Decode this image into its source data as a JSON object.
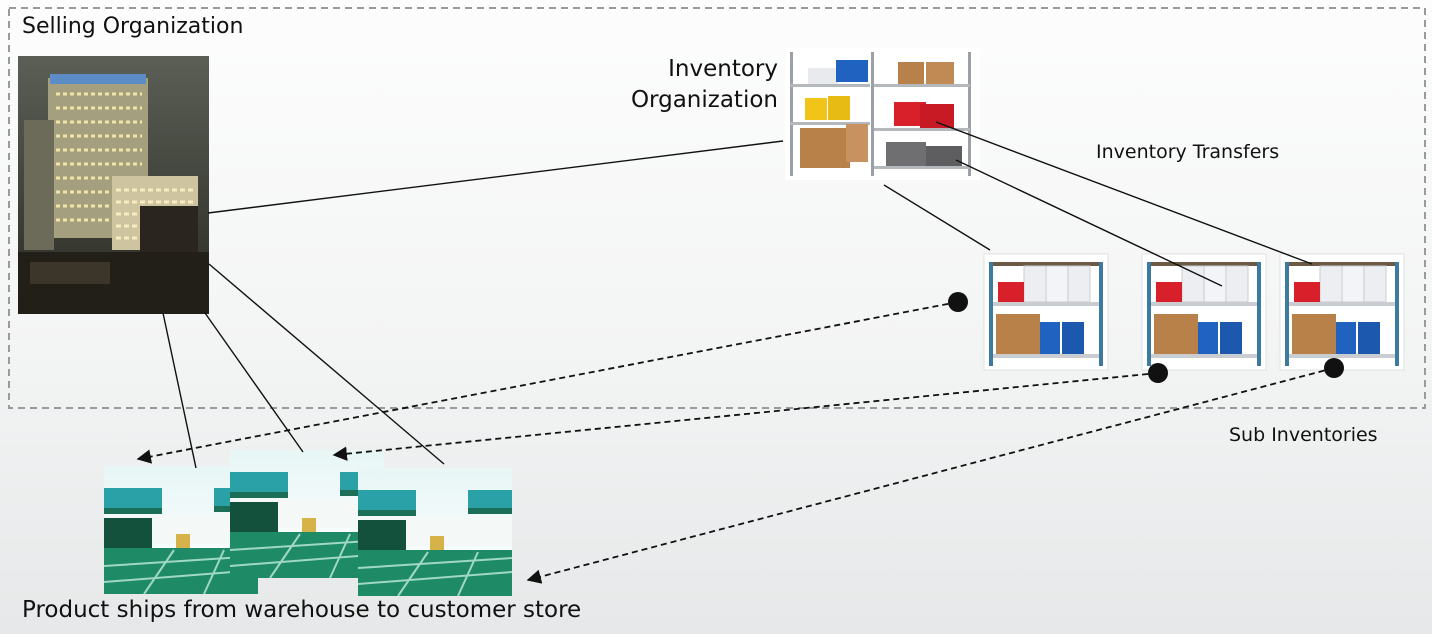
{
  "labels": {
    "selling_org": "Selling Organization",
    "inventory_org_line1": "Inventory",
    "inventory_org_line2": "Organization",
    "inventory_transfers": "Inventory Transfers",
    "sub_inventories": "Sub Inventories",
    "caption": "Product ships from warehouse to customer store"
  },
  "colors": {
    "dashed_border": "#9a9a9a",
    "connector": "#111111",
    "bin_red": "#d8202a",
    "bin_blue": "#1f62c0",
    "bin_yellow": "#f0c419",
    "box_tan": "#b8814a",
    "warehouse_green": "#1f8a66"
  },
  "icons": {
    "selling_org_image": "office-building-photo",
    "inventory_org_image": "wire-shelving-photo",
    "sub_inventory_image": "storage-rack-photo",
    "warehouse_image": "warehouse-photo"
  }
}
